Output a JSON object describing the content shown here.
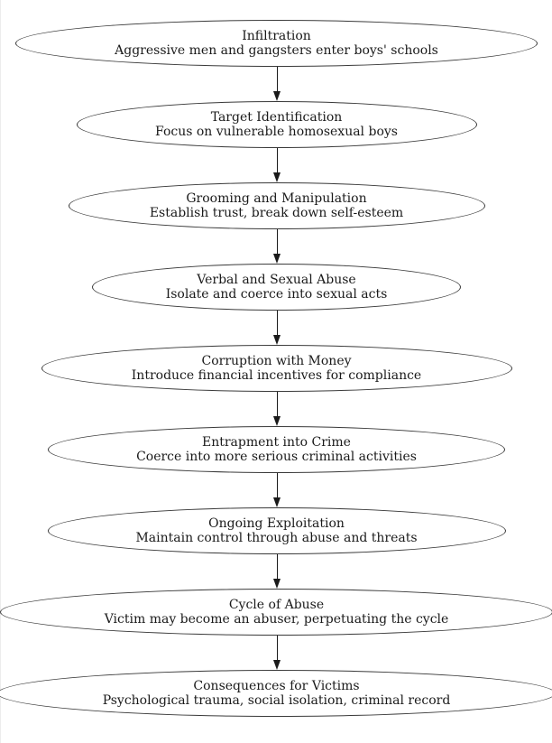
{
  "flowchart": {
    "type": "vertical-flow-diagram",
    "nodes": [
      {
        "id": "infiltration",
        "title": "Infiltration",
        "subtitle": "Aggressive men and gangsters enter boys' schools"
      },
      {
        "id": "target-identification",
        "title": "Target Identification",
        "subtitle": "Focus on vulnerable homosexual boys"
      },
      {
        "id": "grooming-and-manipulation",
        "title": "Grooming and Manipulation",
        "subtitle": "Establish trust, break down self-esteem"
      },
      {
        "id": "verbal-and-sexual-abuse",
        "title": "Verbal and Sexual Abuse",
        "subtitle": "Isolate and coerce into sexual acts"
      },
      {
        "id": "corruption-with-money",
        "title": "Corruption with Money",
        "subtitle": "Introduce financial incentives for compliance"
      },
      {
        "id": "entrapment-into-crime",
        "title": "Entrapment into Crime",
        "subtitle": "Coerce into more serious criminal activities"
      },
      {
        "id": "ongoing-exploitation",
        "title": "Ongoing Exploitation",
        "subtitle": "Maintain control through abuse and threats"
      },
      {
        "id": "cycle-of-abuse",
        "title": "Cycle of Abuse",
        "subtitle": "Victim may become an abuser, perpetuating the cycle"
      },
      {
        "id": "consequences-for-victims",
        "title": "Consequences for Victims",
        "subtitle": "Psychological trauma, social isolation, criminal record"
      }
    ],
    "edges": [
      {
        "from": "infiltration",
        "to": "target-identification"
      },
      {
        "from": "target-identification",
        "to": "grooming-and-manipulation"
      },
      {
        "from": "grooming-and-manipulation",
        "to": "verbal-and-sexual-abuse"
      },
      {
        "from": "verbal-and-sexual-abuse",
        "to": "corruption-with-money"
      },
      {
        "from": "corruption-with-money",
        "to": "entrapment-into-crime"
      },
      {
        "from": "entrapment-into-crime",
        "to": "ongoing-exploitation"
      },
      {
        "from": "ongoing-exploitation",
        "to": "cycle-of-abuse"
      },
      {
        "from": "cycle-of-abuse",
        "to": "consequences-for-victims"
      }
    ],
    "style": {
      "background": "#ffffff",
      "node_fill": "#ffffff",
      "node_border_color": "#3a3a3a",
      "text_color": "#1a1a1a",
      "arrow_color": "#1a1a1a"
    }
  }
}
